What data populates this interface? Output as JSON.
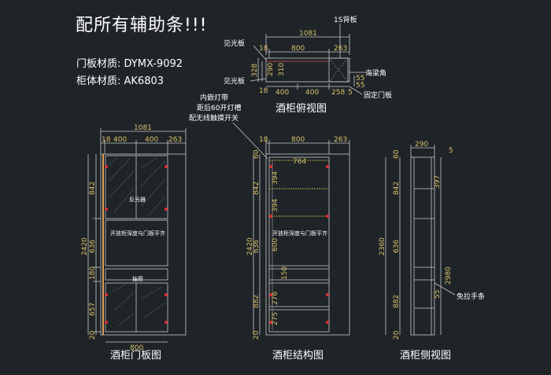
{
  "header": {
    "note": "配所有辅助条!!!",
    "door_material": "门板材质: DYMX-9092",
    "cabinet_material": "柜体材质: AK6803"
  },
  "top_view": {
    "title": "酒柜俯视图",
    "dims": {
      "overall": "1081",
      "top_left": "18",
      "top_mid": "800",
      "top_right": "263",
      "bottom_a": "400",
      "bottom_b": "400",
      "bottom_c": "258",
      "bottom_d": "5",
      "side_a": "328",
      "side_b": "290",
      "side_c": "310",
      "right_a": "55",
      "right_b": "55",
      "left_small": "18"
    },
    "labels": {
      "back_panel": "1S背板",
      "visible_panel_top": "见光板",
      "visible_panel_bottom": "见光板",
      "skirting": "海梁角",
      "fixed_door": "固定门板"
    }
  },
  "annotations": {
    "led_strip": "内嵌灯带",
    "led_distance": "距后60开灯槽",
    "touch_switch": "配无线触摸开关"
  },
  "door_view": {
    "title": "酒柜门板图",
    "dims": {
      "overall": "1081",
      "w_a": "18",
      "w_b": "400",
      "w_c": "400",
      "w_d": "263",
      "height": "2420",
      "h_a": "842",
      "h_b": "636",
      "h_c": "180",
      "h_d": "657",
      "h_e": "20",
      "bottom": "800"
    },
    "labels": {
      "mirror": "反光器",
      "open_flush": "开放柜深度与门板平齐",
      "drawer": "抽屉"
    }
  },
  "structure_view": {
    "title": "酒柜结构图",
    "dims": {
      "w_a": "18",
      "w_b": "800",
      "w_c": "263",
      "inner": "764",
      "height": "2420",
      "top": "60",
      "h_a": "842",
      "h_b": "636",
      "h_c": "882",
      "h_d": "20",
      "s1": "394",
      "s2": "394",
      "s3": "600",
      "s4": "150",
      "s5": "276",
      "s6": "275"
    },
    "labels": {
      "open_flush": "开放柜深度与门板平齐"
    }
  },
  "side_view": {
    "title": "酒柜侧视图",
    "dims": {
      "width": "290",
      "right": "5",
      "height": "2360",
      "top": "60",
      "h_a": "842",
      "h_b": "636",
      "h_c": "882",
      "h_d": "20",
      "r_a": "397",
      "r_b": "2980",
      "r_c": "55"
    },
    "labels": {
      "pull": "免拉手条"
    }
  }
}
